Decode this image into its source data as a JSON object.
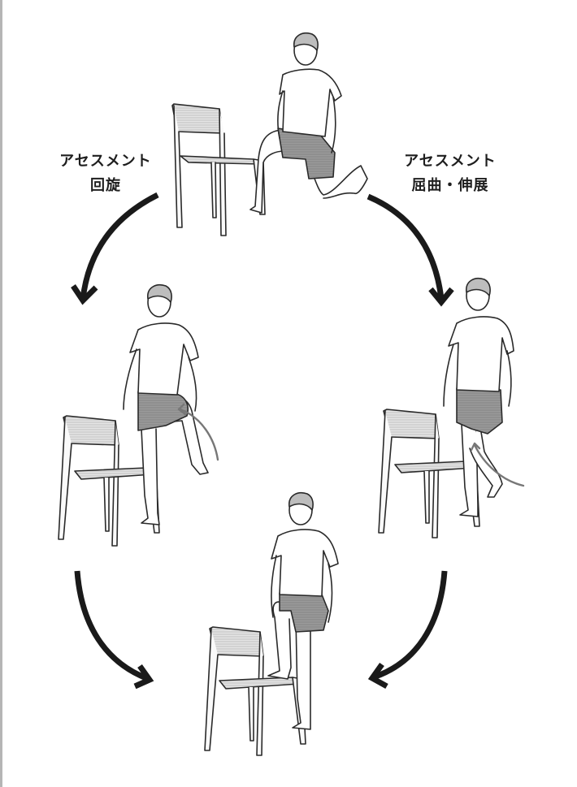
{
  "diagram": {
    "type": "exercise-flow",
    "labels": {
      "left": {
        "line1": "アセスメント",
        "line2": "回旋"
      },
      "right": {
        "line1": "アセスメント",
        "line2": "屈曲・伸展"
      }
    },
    "figures": [
      {
        "id": "top",
        "pose": "half-kneeling lunge beside chair"
      },
      {
        "id": "left",
        "pose": "standing, knee raised with rotation arrow"
      },
      {
        "id": "right",
        "pose": "standing, knee bent back with arc arrow"
      },
      {
        "id": "bottom",
        "pose": "standing, foot placed on chair seat"
      }
    ],
    "arrows": [
      {
        "from": "top",
        "to": "left",
        "direction": "down-left"
      },
      {
        "from": "top",
        "to": "right",
        "direction": "down-right"
      },
      {
        "from": "left",
        "to": "bottom",
        "direction": "down-right"
      },
      {
        "from": "right",
        "to": "bottom",
        "direction": "down-left"
      }
    ],
    "colors": {
      "arrow": "#1a1a1a",
      "line": "#2a2a2a",
      "shorts": "#8f8f8f",
      "chair_fill": "#d9d9d9",
      "motion_arrow": "#777777"
    }
  }
}
